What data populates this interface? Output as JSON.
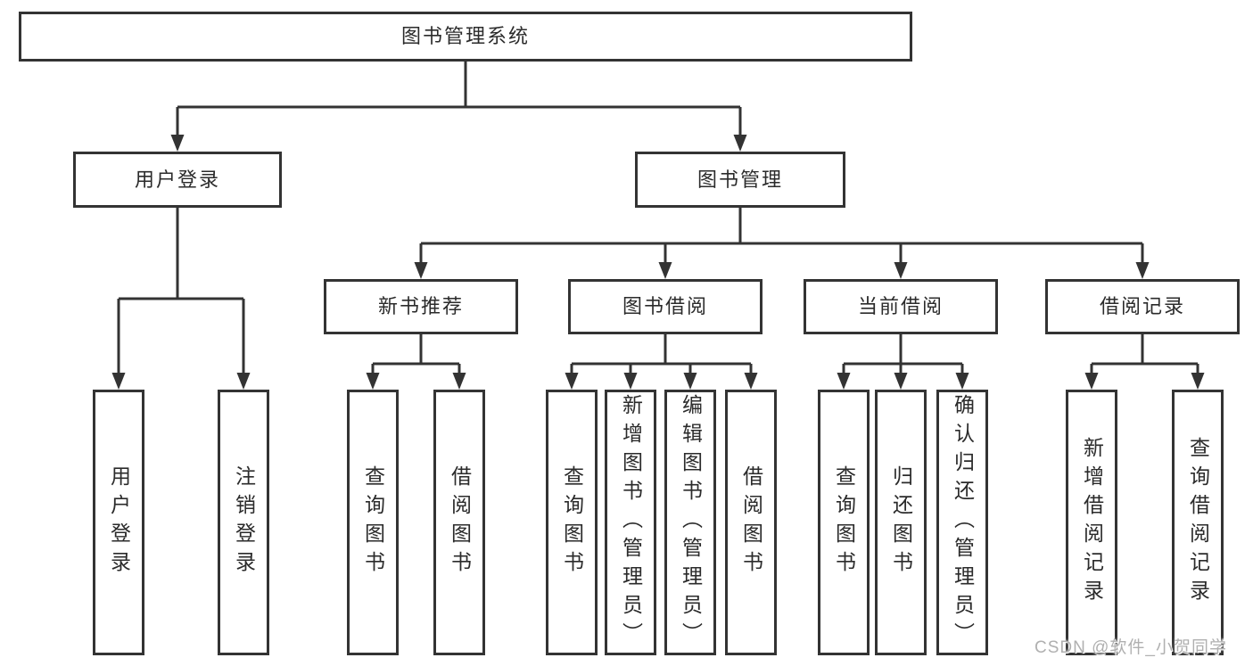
{
  "diagram": {
    "type": "tree",
    "title": "图书管理系统",
    "watermark": "CSDN @软件_小贺同学",
    "colors": {
      "background": "#ffffff",
      "line": "#333333",
      "box_border": "#333333",
      "box_fill": "#ffffff",
      "text": "#2b2b2b",
      "watermark": "#b0b0b0"
    },
    "root": {
      "label": "图书管理系统"
    },
    "level2": {
      "user_login": {
        "label": "用户登录",
        "parent": "root"
      },
      "book_mgmt": {
        "label": "图书管理",
        "parent": "root"
      }
    },
    "level3": {
      "new_book_rec": {
        "label": "新书推荐",
        "parent": "book_mgmt"
      },
      "book_borrow": {
        "label": "图书借阅",
        "parent": "book_mgmt"
      },
      "current_borrow": {
        "label": "当前借阅",
        "parent": "book_mgmt"
      },
      "borrow_records": {
        "label": "借阅记录",
        "parent": "book_mgmt"
      }
    },
    "leaves": {
      "user_login": [
        "用户登录",
        "注销登录"
      ],
      "new_book_rec": [
        "查询图书",
        "借阅图书"
      ],
      "book_borrow": [
        "查询图书",
        "新增图书（管理员）",
        "编辑图书（管理员）",
        "借阅图书"
      ],
      "current_borrow": [
        "查询图书",
        "归还图书",
        "确认归还（管理员）"
      ],
      "borrow_records": [
        "新增借阅记录",
        "查询借阅记录"
      ]
    }
  }
}
